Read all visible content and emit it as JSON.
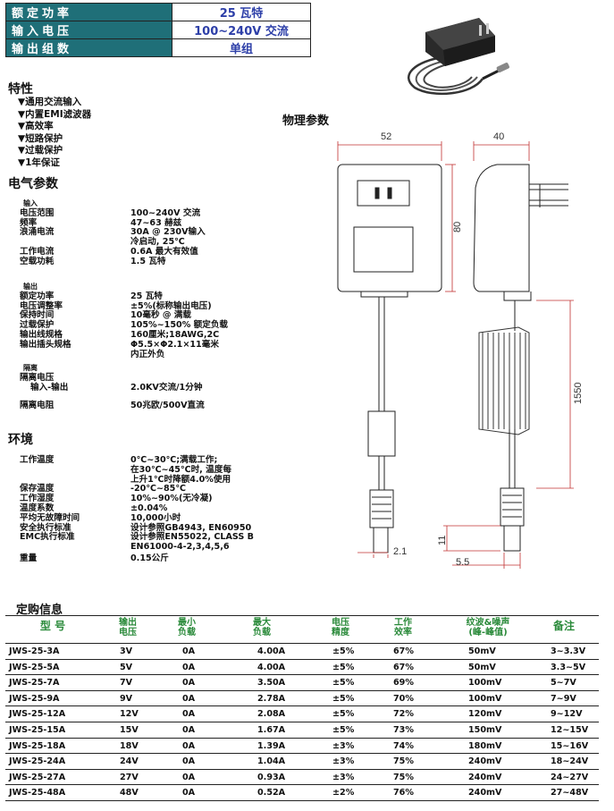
{
  "summary": [
    {
      "key": "额定功率",
      "value": "25 瓦特"
    },
    {
      "key": "输入电压",
      "value": "100~240V 交流"
    },
    {
      "key": "输出组数",
      "value": "单组"
    }
  ],
  "features": {
    "title": "特性",
    "items": [
      "▼通用交流输入",
      "▼内置EMI滤波器",
      "▼高效率",
      "▼短路保护",
      "▼过载保护",
      "▼1年保证"
    ]
  },
  "electrical": {
    "title": "电气参数",
    "input_label": "输入",
    "input": [
      {
        "l": "电压范围",
        "r": "100~240V 交流"
      },
      {
        "l": "频率",
        "r": "47~63 赫兹"
      },
      {
        "l": "浪涌电流",
        "r": "30A @ 230V输入"
      },
      {
        "l": "",
        "r": "冷启动, 25℃"
      },
      {
        "l": "工作电流",
        "r": "0.6A 最大有效值"
      },
      {
        "l": "空载功耗",
        "r": "1.5 瓦特"
      }
    ],
    "output_label": "输出",
    "output": [
      {
        "l": "额定功率",
        "r": "25 瓦特"
      },
      {
        "l": "电压调整率",
        "r": "±5%(标称输出电压)"
      },
      {
        "l": "保持时间",
        "r": "10毫秒 @ 满载"
      },
      {
        "l": "过载保护",
        "r": "105%~150% 额定负载"
      },
      {
        "l": "输出线规格",
        "r": "160厘米;18AWG,2C"
      },
      {
        "l": "输出插头规格",
        "r": "Φ5.5×Φ2.1×11毫米"
      },
      {
        "l": "",
        "r": "内正外负"
      }
    ],
    "isolation_label": "隔离",
    "isolation_voltage": "隔离电压",
    "isolation_io_l": "输入-输出",
    "isolation_io_r": "2.0KV交流/1分钟",
    "isolation_res_l": "隔离电阻",
    "isolation_res_r": "50兆欧/500V直流"
  },
  "environment": {
    "title": "环境",
    "rows": [
      {
        "l": "工作温度",
        "r": "0℃~30℃;满载工作;"
      },
      {
        "l": "",
        "r": "在30℃~45℃时, 温度每"
      },
      {
        "l": "",
        "r": "上升1℃时降额4.0%使用"
      },
      {
        "l": "保存温度",
        "r": "-20℃~85℃"
      },
      {
        "l": "工作湿度",
        "r": "10%~90%(无冷凝)"
      },
      {
        "l": "温度系数",
        "r": "±0.04%"
      },
      {
        "l": "平均无故障时间",
        "r": "10,000小时"
      },
      {
        "l": "安全执行标准",
        "r": "设计参照GB4943, EN60950"
      },
      {
        "l": "EMC执行标准",
        "r": "设计参照EN55022, CLASS B"
      },
      {
        "l": "",
        "r": "EN61000-4-2,3,4,5,6"
      },
      {
        "l": "重量",
        "r": "0.15公斤"
      }
    ]
  },
  "physical": {
    "title": "物理参数",
    "dim_width": "52",
    "dim_depth": "40",
    "dim_height": "80",
    "dim_cable": "1550",
    "dim_plug_dia": "2.1",
    "dim_plug_len": "11",
    "dim_plug_od": "5.5"
  },
  "order": {
    "title": "定购信息",
    "headers": [
      "型 号",
      "输出\n电压",
      "最小\n负载",
      "最大\n负载",
      "电压\n精度",
      "工作\n效率",
      "纹波&噪声\n(峰-峰值)",
      "备注"
    ],
    "rows": [
      [
        "JWS-25-3A",
        "3V",
        "0A",
        "4.00A",
        "±5%",
        "67%",
        "50mV",
        "3~3.3V"
      ],
      [
        "JWS-25-5A",
        "5V",
        "0A",
        "4.00A",
        "±5%",
        "67%",
        "50mV",
        "3.3~5V"
      ],
      [
        "JWS-25-7A",
        "7V",
        "0A",
        "3.50A",
        "±5%",
        "69%",
        "100mV",
        "5~7V"
      ],
      [
        "JWS-25-9A",
        "9V",
        "0A",
        "2.78A",
        "±5%",
        "70%",
        "100mV",
        "7~9V"
      ],
      [
        "JWS-25-12A",
        "12V",
        "0A",
        "2.08A",
        "±5%",
        "72%",
        "120mV",
        "9~12V"
      ],
      [
        "JWS-25-15A",
        "15V",
        "0A",
        "1.67A",
        "±5%",
        "73%",
        "150mV",
        "12~15V"
      ],
      [
        "JWS-25-18A",
        "18V",
        "0A",
        "1.39A",
        "±3%",
        "74%",
        "180mV",
        "15~16V"
      ],
      [
        "JWS-25-24A",
        "24V",
        "0A",
        "1.04A",
        "±3%",
        "75%",
        "240mV",
        "18~24V"
      ],
      [
        "JWS-25-27A",
        "27V",
        "0A",
        "0.93A",
        "±3%",
        "75%",
        "240mV",
        "24~27V"
      ],
      [
        "JWS-25-48A",
        "48V",
        "0A",
        "0.52A",
        "±2%",
        "76%",
        "240mV",
        "27~48V"
      ]
    ]
  }
}
